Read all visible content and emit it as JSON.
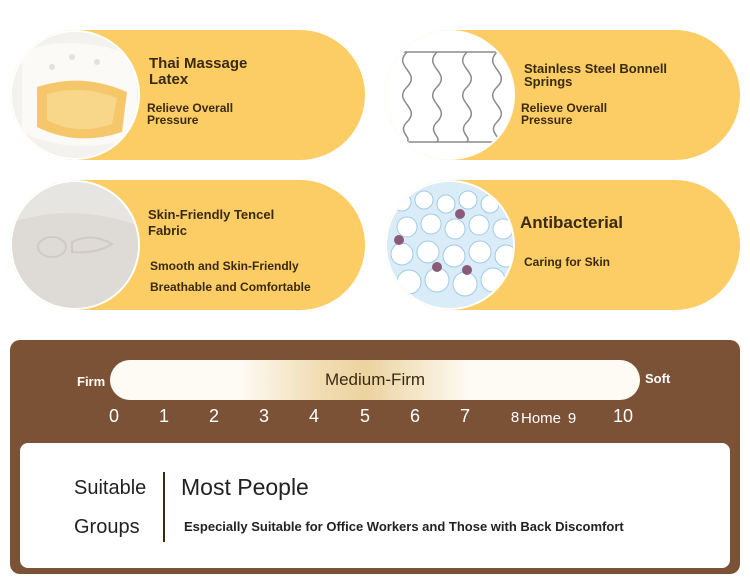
{
  "features": [
    {
      "title": [
        "Thai Massage",
        "Latex"
      ],
      "subtitle": [
        "Relieve Overall",
        "Pressure"
      ],
      "icon": "latex-foam-image"
    },
    {
      "title": [
        "Stainless Steel Bonnell",
        "Springs"
      ],
      "subtitle": [
        "Relieve Overall",
        "Pressure"
      ],
      "icon": "spring-coils-image"
    },
    {
      "title": [
        "Skin-Friendly Tencel",
        "Fabric"
      ],
      "subtitle": [
        "Smooth and Skin-Friendly",
        "Breathable and Comfortable"
      ],
      "icon": "tencel-fabric-image"
    },
    {
      "title": [
        "Antibacterial"
      ],
      "subtitle": [
        "Caring for Skin"
      ],
      "icon": "antibacterial-image"
    }
  ],
  "firmness": {
    "label": "Medium-Firm",
    "firm_label": "Firm",
    "soft_label": "Soft",
    "scale": [
      "0",
      "1",
      "2",
      "3",
      "4",
      "5",
      "6",
      "7",
      "8",
      "9",
      "10"
    ],
    "brand": "Home"
  },
  "suitable": {
    "label_line1": "Suitable",
    "label_line2": "Groups",
    "heading": "Most People",
    "description": "Especially Suitable for Office Workers and Those with Back Discomfort"
  },
  "colors": {
    "pill": "#fccd64",
    "panel": "#7b5236",
    "text": "#3a2a12"
  }
}
